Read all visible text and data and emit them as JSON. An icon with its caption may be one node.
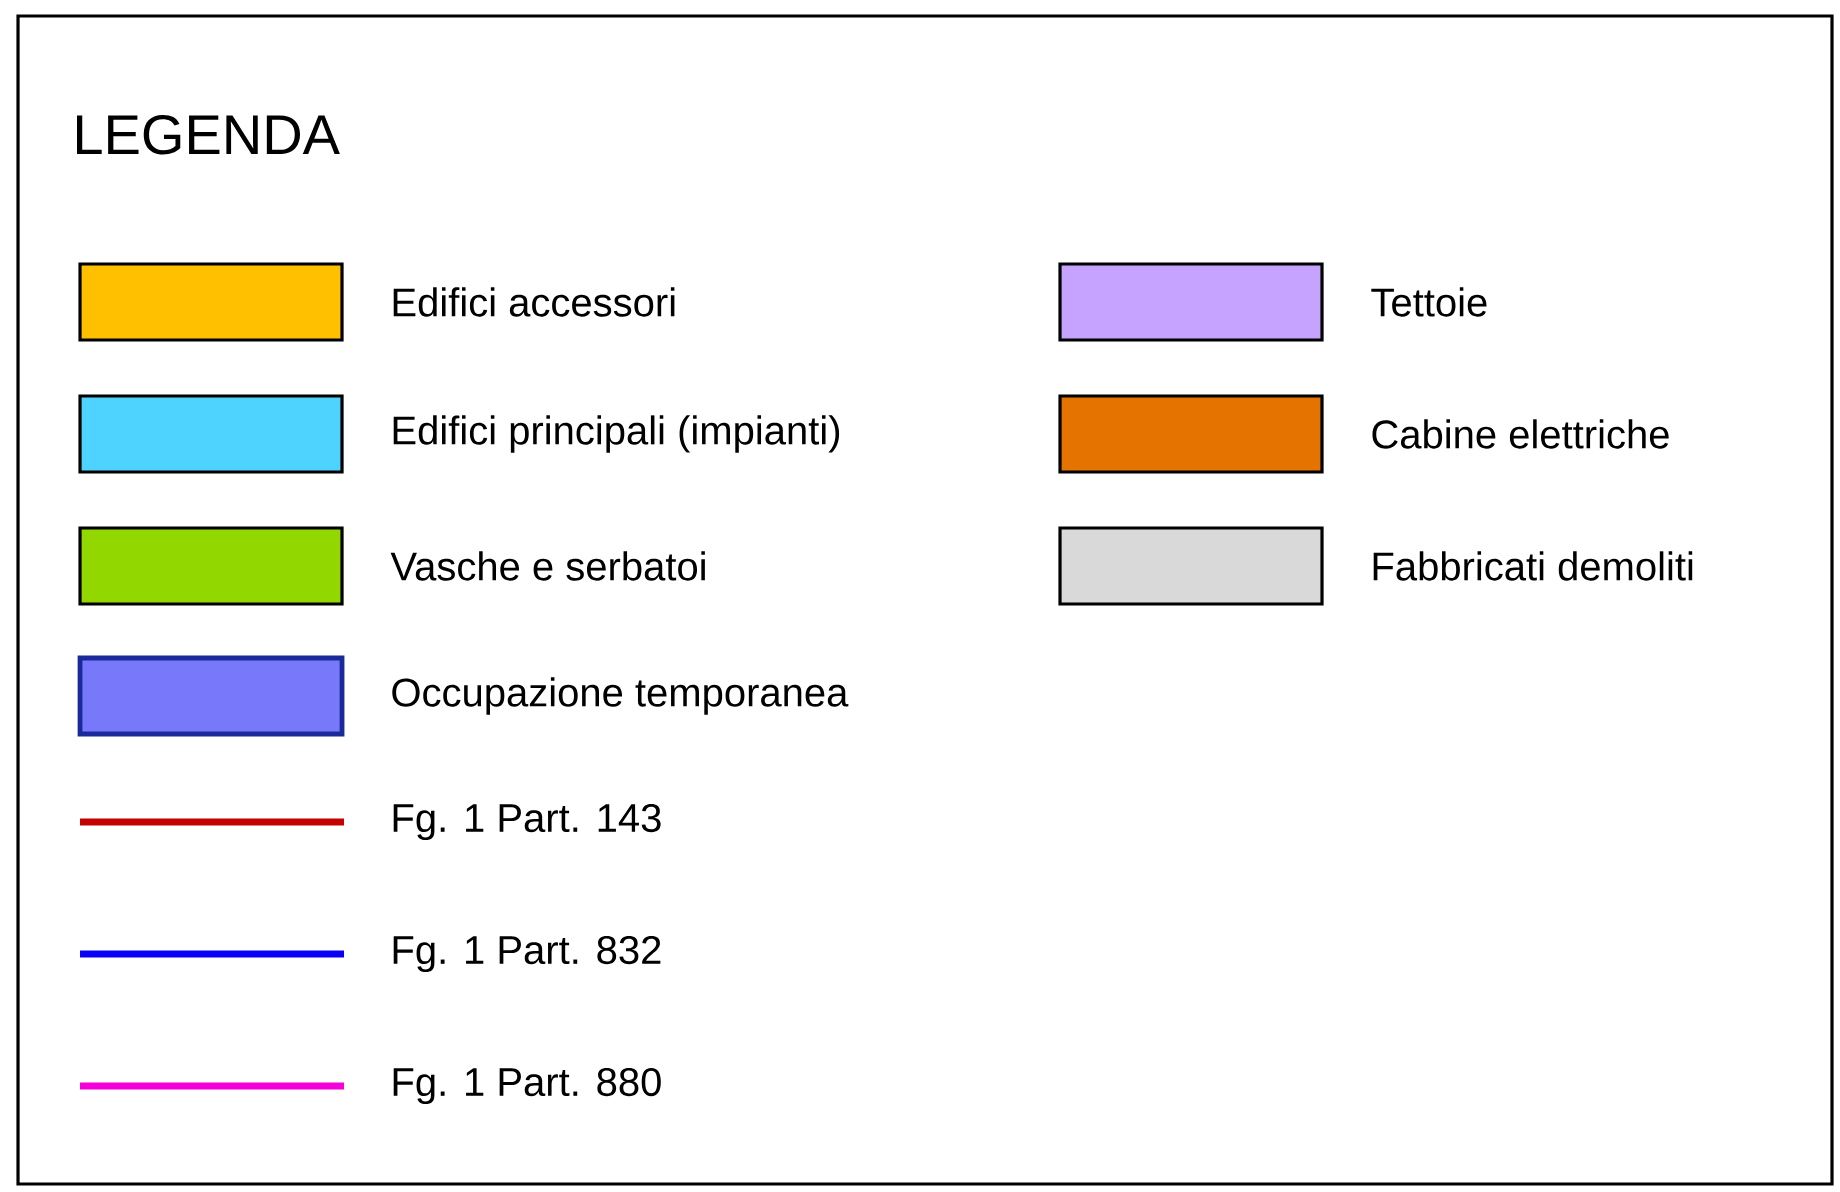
{
  "diagram": {
    "title": "LEGENDA",
    "legend": [
      {
        "text": "Edifici accessori",
        "color": "#ffc000"
      },
      {
        "text": "Tettoie",
        "color": "#c5a3ff"
      },
      {
        "text": "Edifici principali (impianti)",
        "color": "#4ed2ff"
      },
      {
        "text": "Cabine elettriche",
        "color": "#e57300"
      },
      {
        "text": "Vasche e serbatoi",
        "color": "#92d800"
      },
      {
        "text": "Fabbricati demoliti",
        "color": "#d9d9d9"
      },
      {
        "text": "Occupazione temporanea",
        "color": "#7878fb"
      },
      {
        "text": "Fg. 1 Part. 143"
      },
      {
        "text": "Fg. 1 Part. 832"
      },
      {
        "text": "Fg. 1 Part. 880"
      }
    ]
  }
}
